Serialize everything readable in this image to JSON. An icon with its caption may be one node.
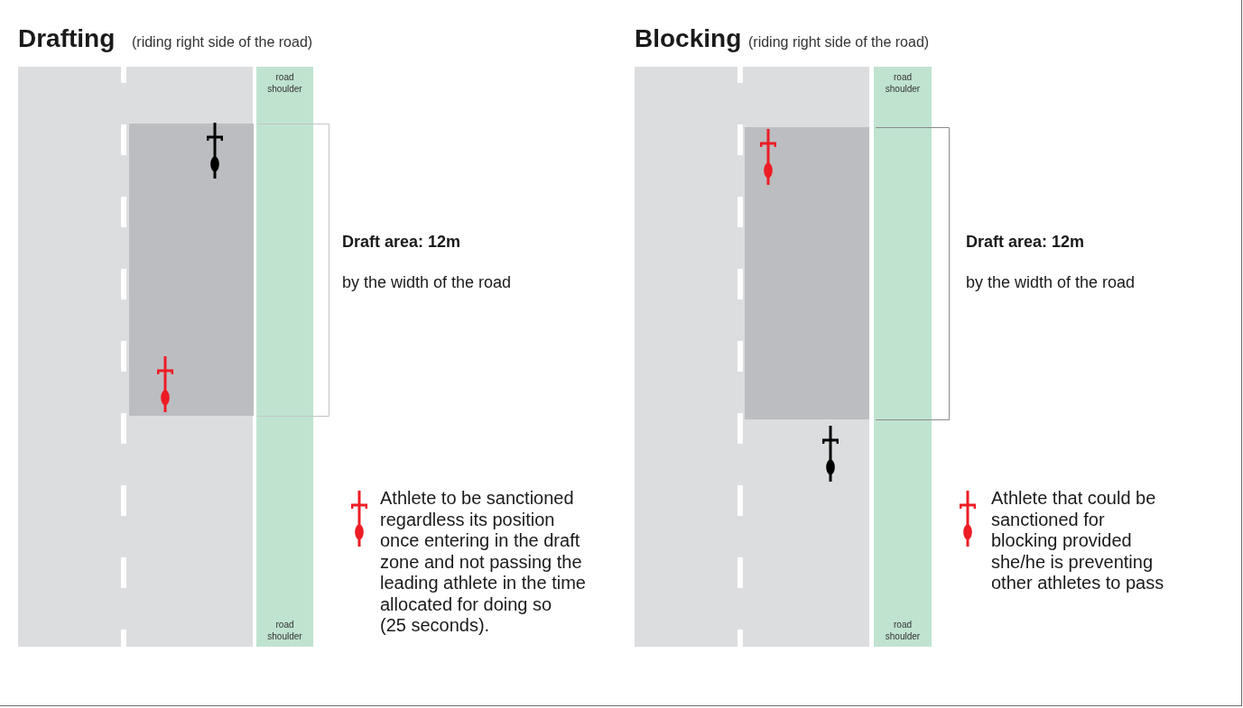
{
  "diagram": {
    "nodes": [
      {
        "text": [
          "road shoulder",
          "road shoulder"
        ]
      },
      {
        "text": [
          "road shoulder",
          "road shoulder"
        ]
      }
    ],
    "labels": [
      "Drafting",
      "(riding right side of the road)",
      "Draft area: 12m",
      "by the width of the road",
      "Blocking",
      "(riding right side of the road)",
      "Draft area: 12m",
      "by the width of the road"
    ],
    "legend": [
      {
        "text": "Athlete to be sanctioned regardless its position once entering in the draft zone and not passing the leading athlete in the time allocated for doing so (25 seconds)."
      },
      {
        "text": "Athlete that could be sanctioned for blocking provided she/he is preventing other athletes to pass"
      }
    ]
  }
}
